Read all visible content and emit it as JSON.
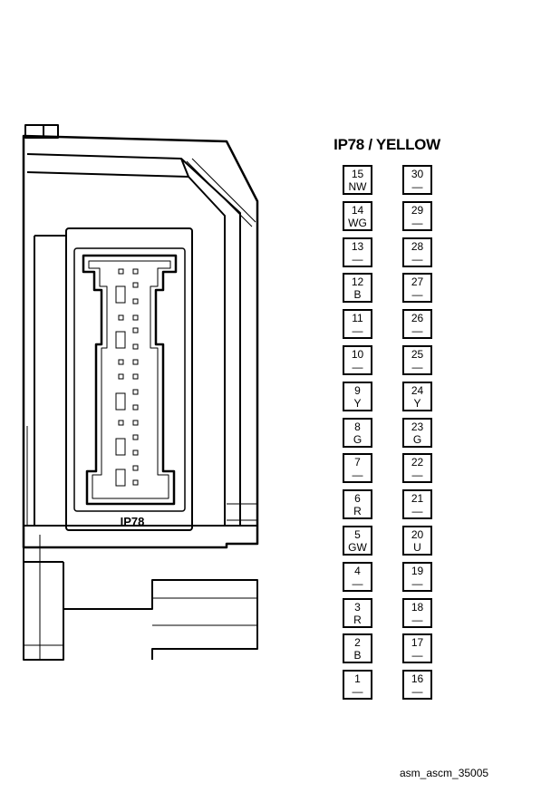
{
  "connector": {
    "label": "IP78"
  },
  "table": {
    "title": "IP78 / YELLOW",
    "left_column": [
      {
        "pin": "15",
        "wire": "NW"
      },
      {
        "pin": "14",
        "wire": "WG"
      },
      {
        "pin": "13",
        "wire": "—"
      },
      {
        "pin": "12",
        "wire": "B"
      },
      {
        "pin": "11",
        "wire": "—"
      },
      {
        "pin": "10",
        "wire": "—"
      },
      {
        "pin": "9",
        "wire": "Y"
      },
      {
        "pin": "8",
        "wire": "G"
      },
      {
        "pin": "7",
        "wire": "—"
      },
      {
        "pin": "6",
        "wire": "R"
      },
      {
        "pin": "5",
        "wire": "GW"
      },
      {
        "pin": "4",
        "wire": "—"
      },
      {
        "pin": "3",
        "wire": "R"
      },
      {
        "pin": "2",
        "wire": "B"
      },
      {
        "pin": "1",
        "wire": "—"
      }
    ],
    "right_column": [
      {
        "pin": "30",
        "wire": "—"
      },
      {
        "pin": "29",
        "wire": "—"
      },
      {
        "pin": "28",
        "wire": "—"
      },
      {
        "pin": "27",
        "wire": "—"
      },
      {
        "pin": "26",
        "wire": "—"
      },
      {
        "pin": "25",
        "wire": "—"
      },
      {
        "pin": "24",
        "wire": "Y"
      },
      {
        "pin": "23",
        "wire": "G"
      },
      {
        "pin": "22",
        "wire": "—"
      },
      {
        "pin": "21",
        "wire": "—"
      },
      {
        "pin": "20",
        "wire": "U"
      },
      {
        "pin": "19",
        "wire": "—"
      },
      {
        "pin": "18",
        "wire": "—"
      },
      {
        "pin": "17",
        "wire": "—"
      },
      {
        "pin": "16",
        "wire": "—"
      }
    ]
  },
  "footer": {
    "reference": "asm_ascm_35005"
  }
}
